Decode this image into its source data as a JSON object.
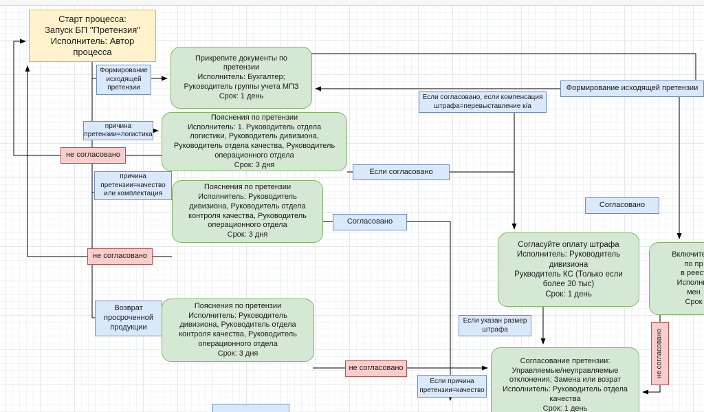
{
  "palette": {
    "start_fill": "#FFF2CC",
    "start_border": "#D6B656",
    "task_fill": "#D5E8D4",
    "task_border": "#82B366",
    "condition_fill": "#DAE8FC",
    "condition_border": "#6C8EBF",
    "reject_fill": "#F8CECC",
    "reject_border": "#B85450",
    "connector": "#000000"
  },
  "diagram": {
    "nodes": {
      "start": {
        "text": "Старт процесса:\nЗапуск БП \"Претензия\"\nИсполнитель: Автор\nпроцесса"
      },
      "attach_docs": {
        "text": "Прикрепите документы по\nпретензии\nИсполнитель: Бухгалтер;\nРуководитель группы учета МПЗ\nСрок: 1 день"
      },
      "form_outgoing_left": {
        "text": "Формирование\nисходящей\nпретензии"
      },
      "cause_logistics": {
        "text": "причина\nпретензии=логистика"
      },
      "not_agreed_1": {
        "text": "не согласовано"
      },
      "explain_logistics": {
        "text": "Пояснения по претензии\nИсполнитель: 1. Руководитель отдела\nлогистики, Руководитель дивизиона,\nРуководитель отдела качества, Руководитель\nоперационного отдела\nСрок: 3 дня"
      },
      "cause_quality": {
        "text": "причина\nпретензии=качество\nили комплектация"
      },
      "explain_quality": {
        "text": "Пояснения по претензии\nИсполнитель: Руководитель\nдивизиона, Руководитель отдела\nконтроля качества,  Руководитель\nоперационного отдела\nСрок: 3 дня"
      },
      "if_agreed": {
        "text": "Если согласовано"
      },
      "agreed_1": {
        "text": "Согласовано"
      },
      "not_agreed_2": {
        "text": "не согласовано"
      },
      "return_expired": {
        "text": "Возврат\nпросроченной\nпродукции"
      },
      "explain_return": {
        "text": "Пояснения по претензии\nИсполнитель: Руководитель\nдивизиона, Руководитель отдела\nконтроля качества,  Руководитель\nоперационного отдела\nСрок: 3 дня"
      },
      "if_compensation": {
        "text": "Если  согласовано, если  компенсация\nштрафа=перевыставление к/а"
      },
      "form_outgoing_right": {
        "text": "Формирование исходящей претензии"
      },
      "agreed_2": {
        "text": "Согласовано"
      },
      "approve_fine": {
        "text": "Согласуйте оплату штрафа\nИсполнитель: Руководитель\nдивизиона\nРукводитель КС (Только если\nболее 30 тыс)\nСрок: 1 день"
      },
      "include_registry": {
        "text": "Включите от\nпо пр\nв реест\nИсполнит\nмен\nСрок"
      },
      "if_fine_size": {
        "text": "Если указан размер\nштрафа"
      },
      "not_agreed_vertical": {
        "text": "не согласовано"
      },
      "agree_claim": {
        "text": "Согласование претензии:\nУправляемые/неуправляемые\nотклонения; Замена или возрат\nИсполнитель: Руководитель отдела\nкачества\nСрок: 1 день"
      },
      "not_agreed_3": {
        "text": "не согласовано"
      },
      "if_cause_quality": {
        "text": "Если причина\nпретензии=качество"
      },
      "partial_bottom": {
        "text": ""
      }
    }
  }
}
